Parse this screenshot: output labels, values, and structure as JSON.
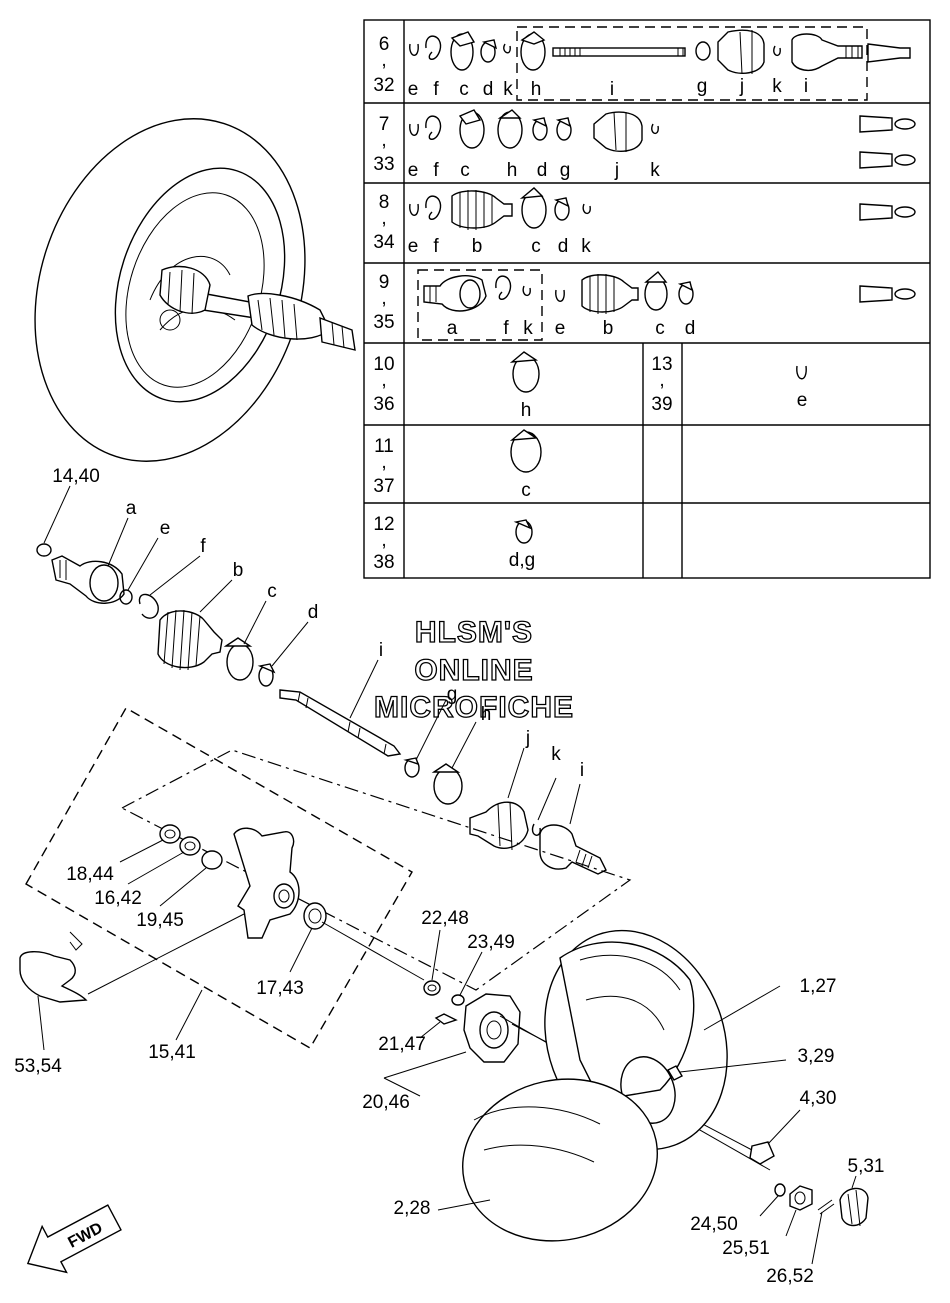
{
  "watermark": {
    "line1": "HLSM'S",
    "line2": "ONLINE",
    "line3": "MICROFICHE"
  },
  "fwd_label": "FWD",
  "table": {
    "rows": [
      {
        "num1": "6",
        "sep": ",",
        "num2": "32",
        "labels": [
          "e",
          "f",
          "c",
          "d",
          "k",
          "h",
          "i",
          "g",
          "j",
          "k",
          "i"
        ]
      },
      {
        "num1": "7",
        "sep": ",",
        "num2": "33",
        "labels": [
          "e",
          "f",
          "c",
          "h",
          "d",
          "g",
          "j",
          "k"
        ]
      },
      {
        "num1": "8",
        "sep": ",",
        "num2": "34",
        "labels": [
          "e",
          "f",
          "b",
          "c",
          "d",
          "k"
        ]
      },
      {
        "num1": "9",
        "sep": ",",
        "num2": "35",
        "labels": [
          "a",
          "f",
          "k",
          "e",
          "b",
          "c",
          "d"
        ]
      },
      {
        "num1": "10",
        "sep": ",",
        "num2": "36",
        "labels": [
          "h"
        ],
        "num1b": "13",
        "sepb": ",",
        "num2b": "39",
        "labelsb": [
          "e"
        ]
      },
      {
        "num1": "11",
        "sep": ",",
        "num2": "37",
        "labels": [
          "c"
        ]
      },
      {
        "num1": "12",
        "sep": ",",
        "num2": "38",
        "labels": [
          "d,g"
        ]
      }
    ]
  },
  "shaft_labels": {
    "a": "a",
    "b": "b",
    "c": "c",
    "d": "d",
    "e": "e",
    "f": "f",
    "g": "g",
    "h": "h",
    "i1": "i",
    "i2": "i",
    "j": "j",
    "k": "k"
  },
  "callouts": {
    "c14_40": "14,40",
    "c18_44": "18,44",
    "c16_42": "16,42",
    "c19_45": "19,45",
    "c17_43": "17,43",
    "c22_48": "22,48",
    "c23_49": "23,49",
    "c21_47": "21,47",
    "c20_46": "20,46",
    "c15_41": "15,41",
    "c53_54": "53,54",
    "c1_27": "1,27",
    "c3_29": "3,29",
    "c4_30": "4,30",
    "c5_31": "5,31",
    "c2_28": "2,28",
    "c24_50": "24,50",
    "c25_51": "25,51",
    "c26_52": "26,52"
  }
}
